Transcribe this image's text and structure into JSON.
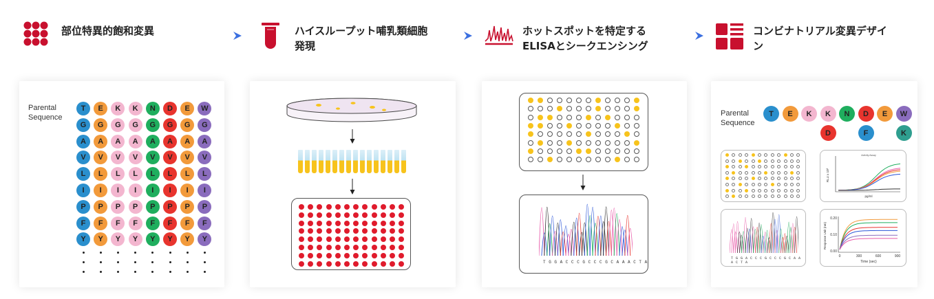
{
  "steps": [
    {
      "label": "部位特異的飽和変異",
      "icon": "dot-grid-icon"
    },
    {
      "label": "ハイスループット哺乳類細胞\n発現",
      "icon": "test-tube-icon"
    },
    {
      "label": "ホットスポットを特定する\nELISAとシークエンシング",
      "icon": "sequencing-peaks-icon"
    },
    {
      "label": "コンビナトリアル変異デザイ\nン",
      "icon": "grid-list-icon"
    }
  ],
  "panel1": {
    "parental_label": "Parental\nSequence",
    "parental": [
      "T",
      "E",
      "K",
      "K",
      "N",
      "D",
      "E",
      "W"
    ],
    "rows": [
      "G",
      "A",
      "V",
      "L",
      "I",
      "P",
      "F",
      "Y"
    ]
  },
  "panel3": {
    "sequence_text": "T G G A C C C G C C C G C A A A C T A"
  },
  "panel4": {
    "parental_label": "Parental\nSequence",
    "parental": [
      "T",
      "E",
      "K",
      "K",
      "N",
      "D",
      "E",
      "W"
    ],
    "mutations": [
      {
        "pos": 1,
        "letter": "D"
      },
      {
        "pos": 4,
        "letter": "F"
      },
      {
        "pos": 6,
        "letter": "K"
      }
    ],
    "sequence_text": "T G G A C C C G C C C G C A A A C T A",
    "binding_chart": {
      "xlabel": "Time (sec)",
      "ylabel": "Response Unit (nm)",
      "x_ticks": [
        "0",
        "300",
        "600",
        "900"
      ],
      "y_ticks": [
        "0.20",
        "0.10",
        "0.00"
      ]
    },
    "dose_chart": {
      "xlabel": "pg/ml",
      "ylabel": "RLU x 10³",
      "title": "Activity Assay"
    }
  },
  "colors": {
    "brand_red": "#c8102e",
    "arrow_blue": "#3b6fe0",
    "T": "#2a8fcd",
    "E": "#f29a3b",
    "K": "#f3b6cf",
    "N": "#1fae5e",
    "D": "#e8342e",
    "W": "#8a6cbd",
    "F": "#2a8fcd",
    "K2": "#2f9e8f",
    "plate_yellow": "#f7c31c",
    "plate_red": "#e01b2c"
  }
}
